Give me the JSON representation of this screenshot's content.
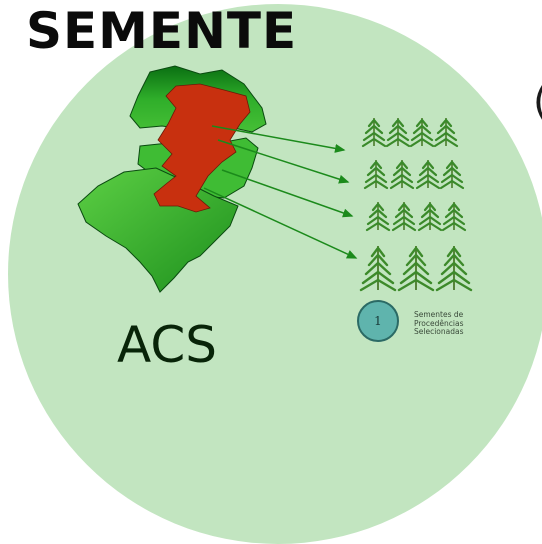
{
  "title": "SEMENTE",
  "partial_right_letter": "(",
  "region_label": "ACS",
  "badge": {
    "number": "1",
    "label": "Sementes de\nProcedências\nSelecionadas"
  },
  "icons": [
    "south-brazil-map-icon",
    "selected-region-icon",
    "tree-seedling-icon",
    "arrow-icon"
  ],
  "colors": {
    "circle_background": "#c2e5c0",
    "map_green": "#1e8f1e",
    "selected_region_red": "#c8300f",
    "arrows_green": "#1b8a1b",
    "seedlings_green": "#3a8a2a",
    "badge_fill": "#5fb4ad",
    "text_dark": "#0b0b0b"
  }
}
